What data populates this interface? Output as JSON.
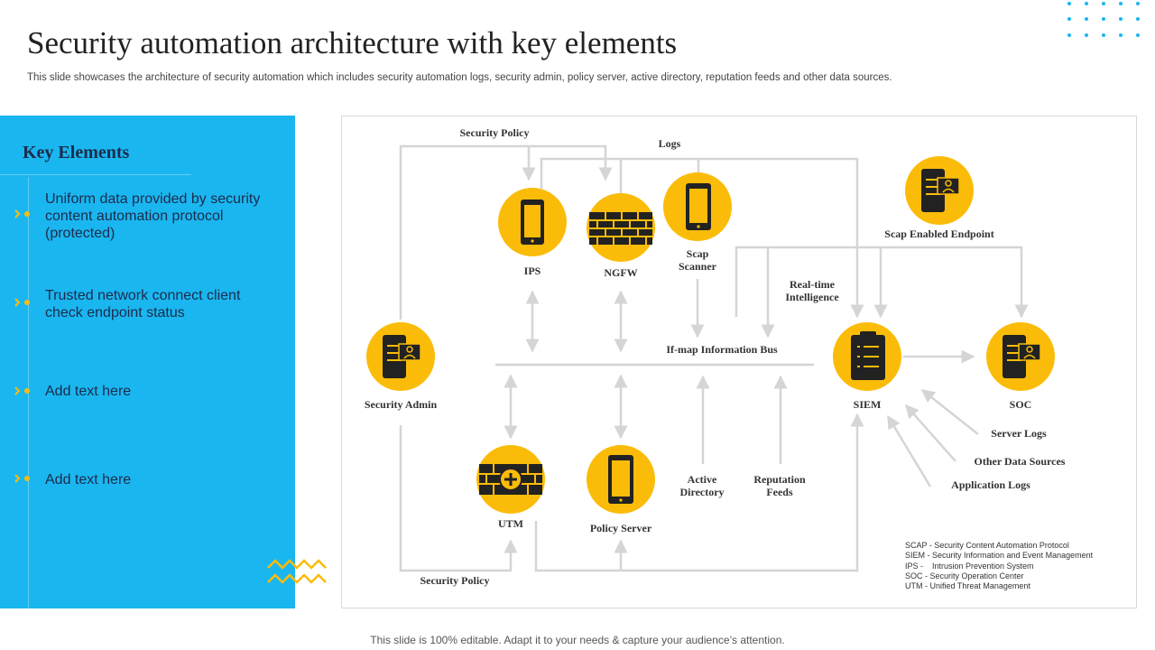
{
  "title": "Security automation architecture with key elements",
  "subtitle": "This slide showcases the architecture of security automation which includes security automation logs, security admin, policy server, active directory, reputation feeds and other data sources.",
  "key_elements": {
    "heading": "Key Elements",
    "items": [
      "Uniform data provided by security content automation protocol (protected)",
      "Trusted network connect client check endpoint status",
      "Add text here",
      "Add text here"
    ]
  },
  "diagram": {
    "labels": {
      "security_policy_top": "Security Policy",
      "logs": "Logs",
      "ips": "IPS",
      "ngfw": "NGFW",
      "scap_scanner": "Scap\nScanner",
      "scap_endpoint": "Scap Enabled Endpoint",
      "realtime": "Real-time\nIntelligence",
      "ifmap": "If-map Information Bus",
      "security_admin": "Security Admin",
      "siem": "SIEM",
      "soc": "SOC",
      "server_logs": "Server Logs",
      "other_sources": "Other Data Sources",
      "app_logs": "Application Logs",
      "utm": "UTM",
      "policy_server": "Policy Server",
      "active_directory": "Active\nDirectory",
      "reputation": "Reputation\nFeeds",
      "security_policy_bottom": "Security Policy"
    },
    "legend": [
      "SCAP - Security Content Automation Protocol",
      "SIEM - Security Information and Event Management",
      "IPS -    Intrusion Prevention System",
      "SOC - Security Operation Center",
      "UTM - Unified Threat Management"
    ]
  },
  "footer": "This slide is 100% editable. Adapt it to your needs & capture your audience’s attention.",
  "colors": {
    "accent": "#fbbc09",
    "panel": "#1ab6f0",
    "line": "#d5d5d5"
  }
}
